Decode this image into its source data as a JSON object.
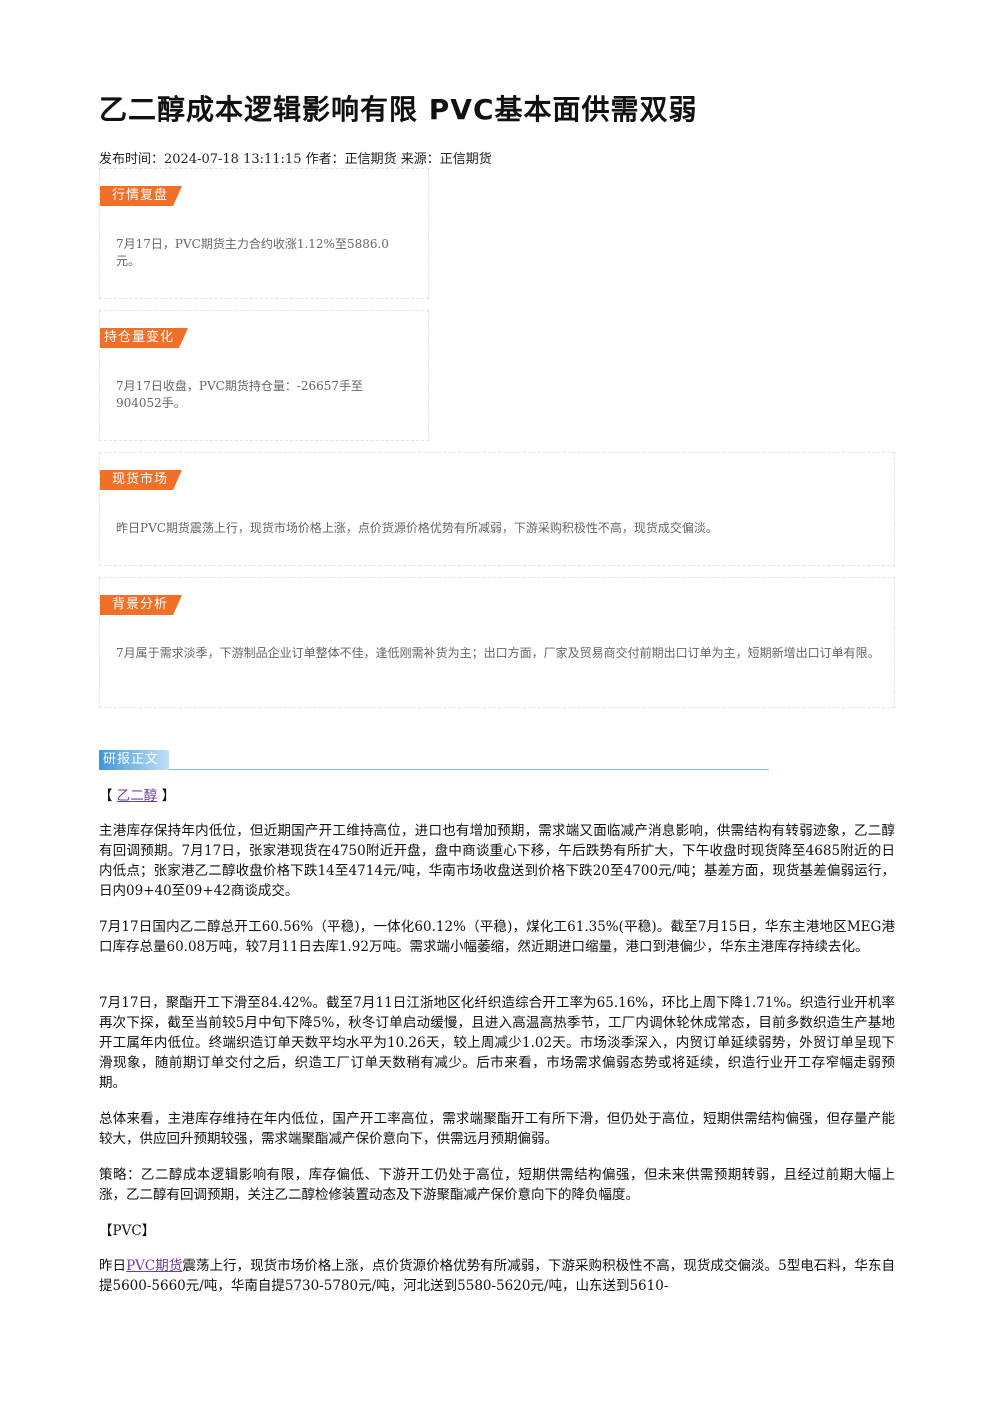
{
  "article": {
    "title": "乙二醇成本逻辑影响有限 PVC基本面供需双弱",
    "meta": "发布时间：2024-07-18 13:11:15 作者：正信期货 来源：正信期货"
  },
  "boxes": {
    "market_review": {
      "tag": "行情复盘",
      "text": "7月17日，PVC期货主力合约收涨1.12%至5886.0元。"
    },
    "position_change": {
      "tag": "持仓量变化",
      "text": "7月17日收盘，PVC期货持仓量：-26657手至904052手。"
    },
    "spot_market": {
      "tag": "现货市场",
      "text": "昨日PVC期货震荡上行，现货市场价格上涨，点价货源价格优势有所减弱，下游采购积极性不高，现货成交偏淡。"
    },
    "background": {
      "tag": "背景分析",
      "text": "7月属于需求淡季，下游制品企业订单整体不佳，逢低刚需补货为主；出口方面，厂家及贸易商交付前期出口订单为主，短期新增出口订单有限。"
    }
  },
  "report": {
    "section_tag": "研报正文",
    "eg_bracket_open": "【",
    "eg_link": "乙二醇",
    "eg_bracket_close": "】",
    "eg_p1": "主港库存保持年内低位，但近期国产开工维持高位，进口也有增加预期，需求端又面临减产消息影响，供需结构有转弱迹象，乙二醇有回调预期。7月17日，张家港现货在4750附近开盘，盘中商谈重心下移，午后跌势有所扩大，下午收盘时现货降至4685附近的日内低点；张家港乙二醇收盘价格下跌14至4714元/吨，华南市场收盘送到价格下跌20至4700元/吨；基差方面，现货基差偏弱运行，日内09+40至09+42商谈成交。",
    "eg_p2": "7月17日国内乙二醇总开工60.56%（平稳)，一体化60.12%（平稳)，煤化工61.35%(平稳)。截至7月15日，华东主港地区MEG港口库存总量60.08万吨，较7月11日去库1.92万吨。需求端小幅萎缩，然近期进口缩量，港口到港偏少，华东主港库存持续去化。",
    "eg_p3": "7月17日，聚酯开工下滑至84.42%。截至7月11日江浙地区化纤织造综合开工率为65.16%，环比上周下降1.71%。织造行业开机率再次下探，截至当前较5月中旬下降5%，秋冬订单启动缓慢，且进入高温高热季节，工厂内调休轮休成常态，目前多数织造生产基地开工属年内低位。终端织造订单天数平均水平为10.26天，较上周减少1.02天。市场淡季深入，内贸订单延续弱势，外贸订单呈现下滑现象，随前期订单交付之后，织造工厂订单天数稍有减少。后市来看，市场需求偏弱态势或将延续，织造行业开工存窄幅走弱预期。",
    "eg_p4": "总体来看，主港库存维持在年内低位，国产开工率高位，需求端聚酯开工有所下滑，但仍处于高位，短期供需结构偏强，但存量产能较大，供应回升预期较强，需求端聚酯减产保价意向下，供需远月预期偏弱。",
    "eg_p5": "策略：乙二醇成本逻辑影响有限，库存偏低、下游开工仍处于高位，短期供需结构偏强，但未来供需预期转弱，且经过前期大幅上涨，乙二醇有回调预期，关注乙二醇检修装置动态及下游聚酯减产保价意向下的降负幅度。",
    "pvc_heading": "【PVC】",
    "pvc_prefix": "昨日",
    "pvc_link": "PVC期货",
    "pvc_p1_rest": "震荡上行，现货市场价格上涨，点价货源价格优势有所减弱，下游采购积极性不高，现货成交偏淡。5型电石料，华东自提5600-5660元/吨，华南自提5730-5780元/吨，河北送到5580-5620元/吨，山东送到5610-"
  }
}
